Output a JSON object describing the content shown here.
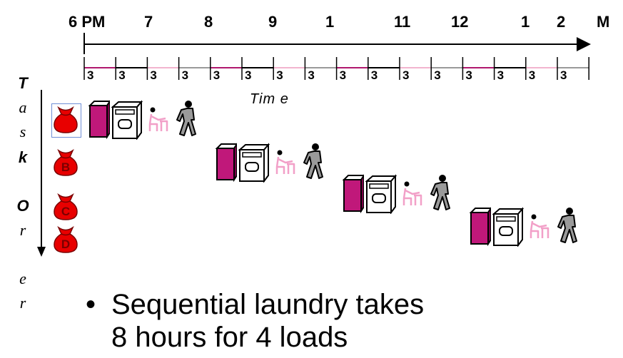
{
  "timeline": {
    "hour_labels": [
      "6 PM",
      "7",
      "8",
      "9",
      "1",
      "11",
      "12",
      "1",
      "2",
      "M"
    ],
    "interval_label": "3",
    "axis_label_prefix": "Tim",
    "axis_label_suffix": "e"
  },
  "task_order_label": [
    "T",
    "a",
    "s",
    "k",
    "O",
    "r",
    "e",
    "r"
  ],
  "loads": [
    {
      "id": "A",
      "label": ""
    },
    {
      "id": "B",
      "label": "B"
    },
    {
      "id": "C",
      "label": "C"
    },
    {
      "id": "D",
      "label": "D"
    }
  ],
  "stage_icons": [
    "washer-icon",
    "dryer-icon",
    "folder-person-icon",
    "walking-person-icon"
  ],
  "bullet": {
    "line1": "Sequential laundry takes",
    "line2": "8 hours for 4 loads"
  },
  "colors": {
    "washer": "#c0187a",
    "washer_dark": "#7a0048",
    "bag": "#e80000",
    "folder": "#f2a0c8",
    "selection": "#6f8fd6",
    "segment_magenta": "#b0186e",
    "segment_pink": "#f2b4cf",
    "segment_grey": "#9a9a9a"
  }
}
